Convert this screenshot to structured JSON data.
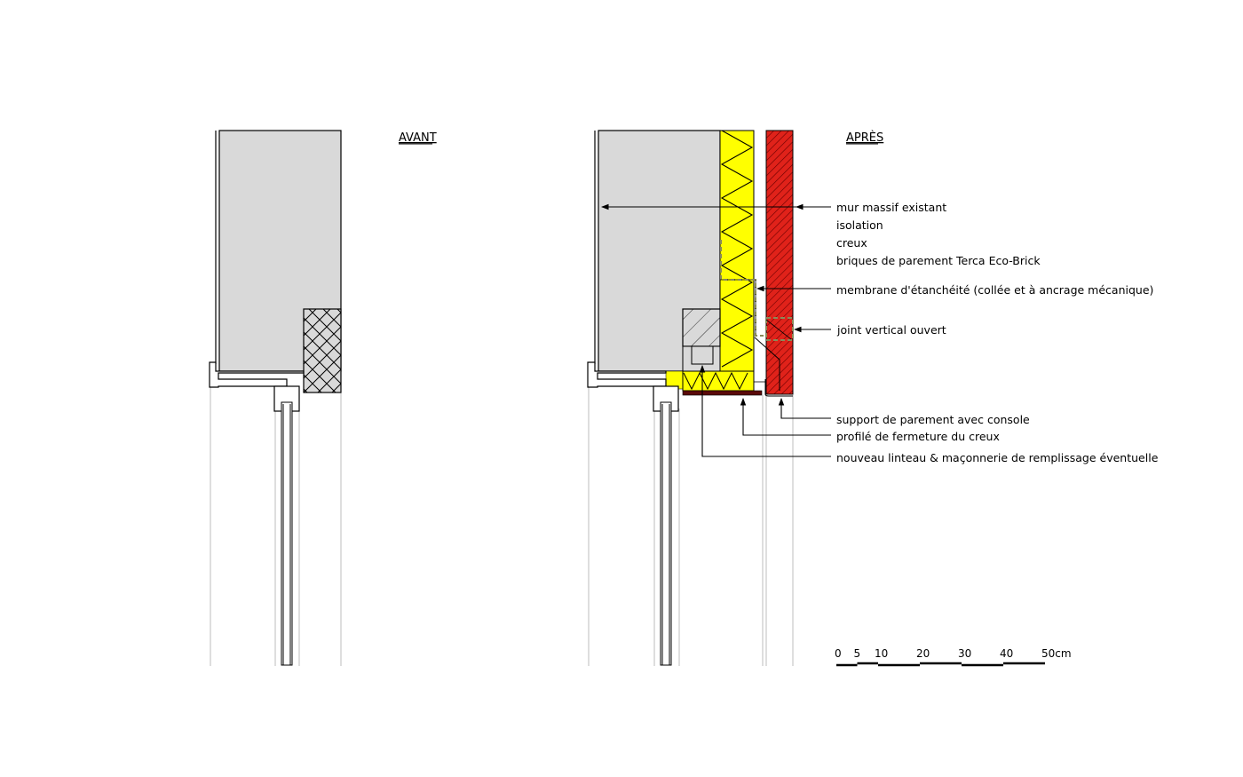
{
  "titles": {
    "before": "AVANT",
    "after": "APRÈS"
  },
  "labels": {
    "existing_wall": "mur massif existant",
    "insulation": "isolation",
    "cavity": "creux",
    "facing_bricks": "briques de parement Terca Eco-Brick",
    "membrane": "membrane d'étanchéité (collée et à ancrage mécanique)",
    "open_joint": "joint vertical ouvert",
    "facing_support": "support de parement avec console",
    "cavity_closure": "profilé de fermeture du creux",
    "new_lintel": "nouveau linteau & maçonnerie de remplissage éventuelle"
  },
  "scale_bar": {
    "ticks": [
      "0",
      "5",
      "10",
      "20",
      "30",
      "40",
      "50cm"
    ],
    "unit": "cm"
  },
  "colors": {
    "wall_grey": "#d9d9d9",
    "insulation_yellow": "#ffff00",
    "brick_red": "#e0221a",
    "closure_profile": "#5a0a0a",
    "membrane_dash": "#8a8a5a",
    "line": "#000000",
    "thin_line": "#bdbdbd"
  }
}
